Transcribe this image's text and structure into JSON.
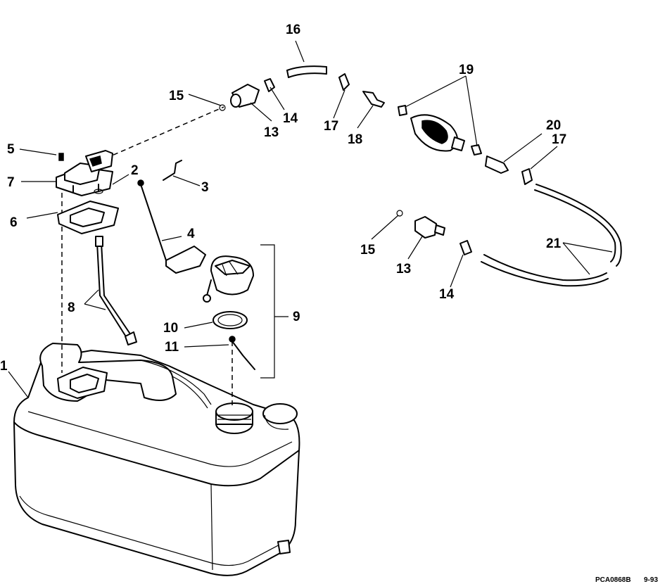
{
  "labels": {
    "p1": "1",
    "p2": "2",
    "p3": "3",
    "p4": "4",
    "p5": "5",
    "p6": "6",
    "p7": "7",
    "p8": "8",
    "p9": "9",
    "p10": "10",
    "p11": "11",
    "p13a": "13",
    "p13b": "13",
    "p14a": "14",
    "p14b": "14",
    "p15a": "15",
    "p15b": "15",
    "p16": "16",
    "p17a": "17",
    "p17b": "17",
    "p18": "18",
    "p19": "19",
    "p20": "20",
    "p21": "21"
  },
  "footer": {
    "code": "PCA0868B",
    "date": "9-93"
  }
}
